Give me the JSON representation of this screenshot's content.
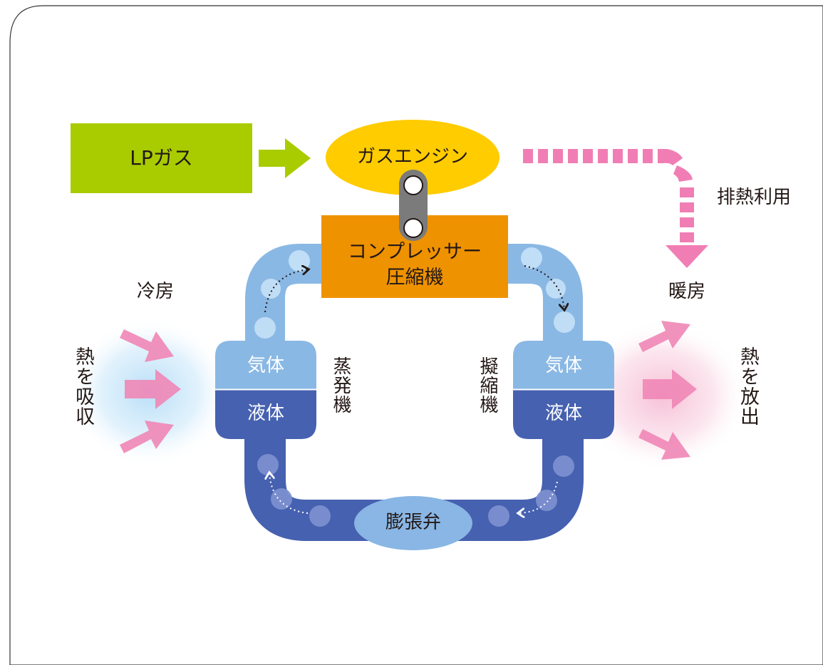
{
  "fuel": {
    "label": "LPガス",
    "color": "#a9cc00"
  },
  "engine": {
    "label": "ガスエンジン",
    "color": "#ffcc00"
  },
  "compressor": {
    "line1": "コンプレッサー",
    "line2": "圧縮機",
    "color": "#ef9200"
  },
  "exhaust_heat_use": {
    "label": "排熱利用",
    "color": "#f07eb4"
  },
  "cooling": {
    "label": "冷房"
  },
  "heating": {
    "label": "暖房"
  },
  "absorb_heat": {
    "label": "熱を吸収"
  },
  "release_heat": {
    "label": "熱を放出"
  },
  "evaporator": {
    "label": "蒸発機",
    "gas": "気体",
    "liquid": "液体"
  },
  "condenser": {
    "label": "擬縮機",
    "gas": "気体",
    "liquid": "液体"
  },
  "expansion_valve": {
    "label": "膨張弁",
    "color": "#89b6e4"
  },
  "colors": {
    "gas_pipe": "#8ab8e4",
    "liquid_pipe": "#4661b0",
    "heat_arrow": "#ef86b6",
    "connector": "#7b7b7b"
  }
}
